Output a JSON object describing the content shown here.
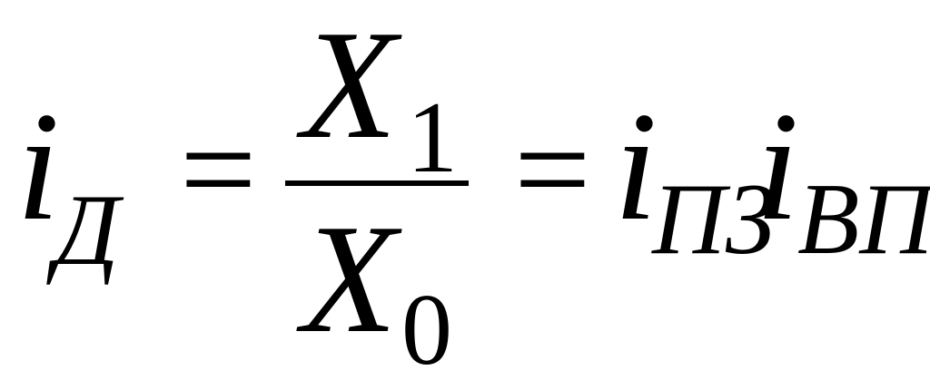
{
  "formula": {
    "lhs": {
      "base": "i",
      "subscript": "Д"
    },
    "equals_1": "=",
    "fraction": {
      "numerator": {
        "base": "X",
        "subscript": "1"
      },
      "denominator": {
        "base": "X",
        "subscript": "0"
      }
    },
    "equals_2": "=",
    "rhs": [
      {
        "base": "i",
        "subscript": "ПЗ"
      },
      {
        "base": "i",
        "subscript": "ВП"
      }
    ]
  }
}
